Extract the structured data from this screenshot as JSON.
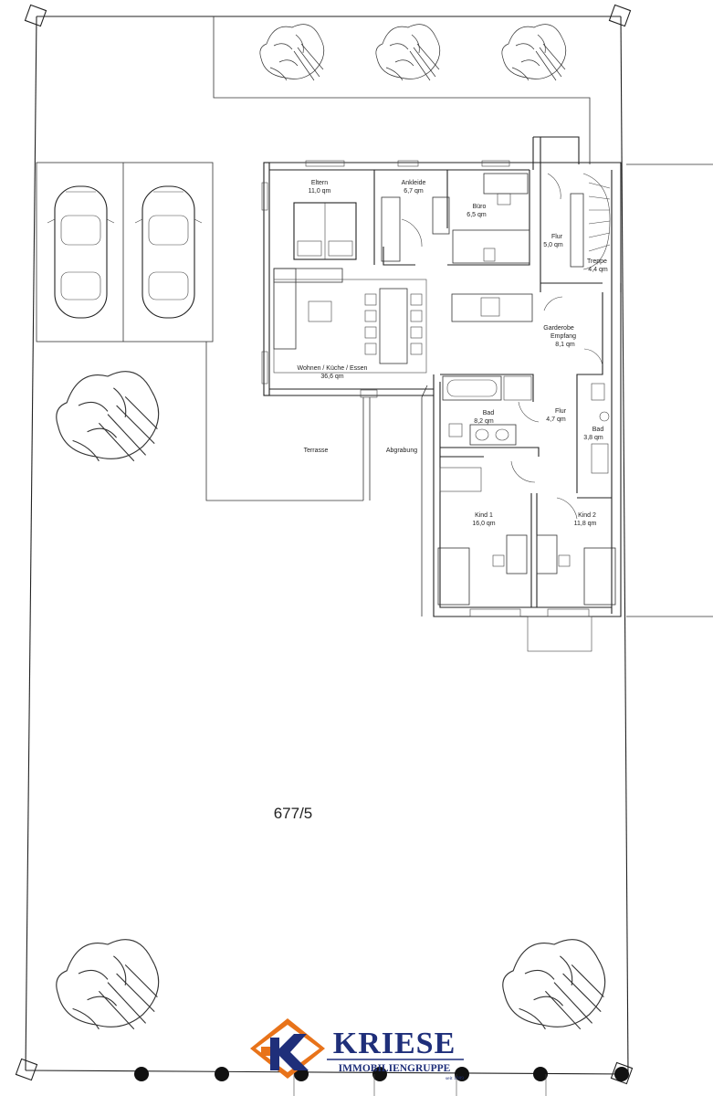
{
  "parcel_number": "677/5",
  "rooms": {
    "eltern": {
      "name": "Eltern",
      "area": "11,0 qm"
    },
    "ankleide": {
      "name": "Ankleide",
      "area": "6,7 qm"
    },
    "buero": {
      "name": "Büro",
      "area": "6,5 qm"
    },
    "flur_top": {
      "name": "Flur",
      "area": "5,0 qm"
    },
    "treppe": {
      "name": "Treppe",
      "area": "4,4 qm"
    },
    "wohnen": {
      "name": "Wohnen / Küche / Essen",
      "area": "36,6 qm"
    },
    "garderobe": {
      "name": "Garderobe",
      "name2": "Empfang",
      "area": "8,1 qm"
    },
    "bad_main": {
      "name": "Bad",
      "area": "8,2 qm"
    },
    "flur_mid": {
      "name": "Flur",
      "area": "4,7 qm"
    },
    "bad_small": {
      "name": "Bad",
      "area": "3,8 qm"
    },
    "kind1": {
      "name": "Kind 1",
      "area": "16,0 qm"
    },
    "kind2": {
      "name": "Kind 2",
      "area": "11,8 qm"
    }
  },
  "outdoor": {
    "terrasse": "Terrasse",
    "abgrabung": "Abgrabung"
  },
  "logo": {
    "name": "KRIESE",
    "subtitle": "IMMOBILIENGRUPPE",
    "since": "seit 1989",
    "colors": {
      "blue": "#1f2f7a",
      "orange": "#e8731a"
    }
  }
}
